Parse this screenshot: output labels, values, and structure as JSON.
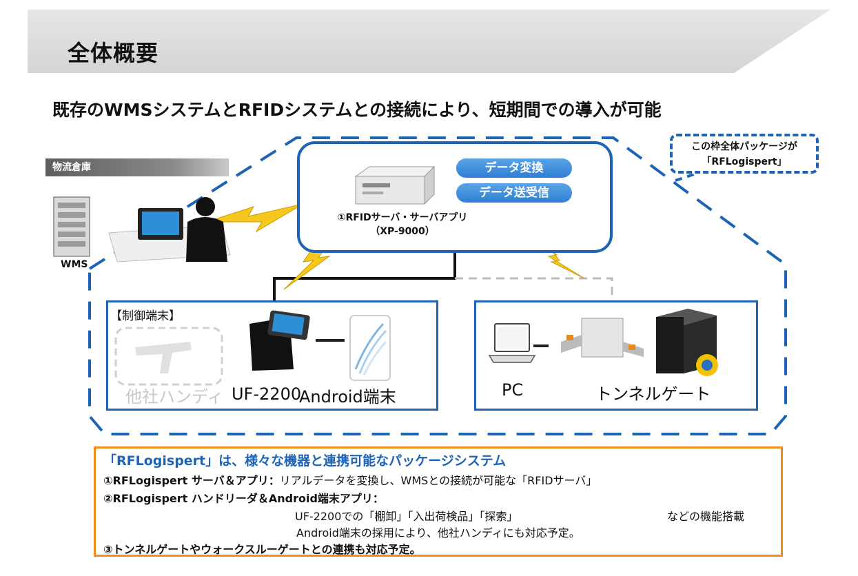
{
  "header": {
    "title": "全体概要",
    "subtitle": "既存のWMSシステムとRFIDシステムとの接続により、短期間での導入が可能"
  },
  "callout": {
    "line1": "この枠全体パッケージが",
    "line2": "「RFLogispert」"
  },
  "warehouse": {
    "label": "物流倉庫",
    "wms_label": "WMS"
  },
  "server": {
    "tags": [
      "データ変換",
      "データ送受信"
    ],
    "caption_line1": "①RFIDサーバ・サーバアプリ",
    "caption_line2": "（XP-9000）"
  },
  "terminals": {
    "heading": "【制御端末】",
    "items": [
      "他社ハンディ",
      "UF-2200",
      "Android端末"
    ]
  },
  "gates": {
    "items": [
      "PC",
      "トンネルゲート"
    ]
  },
  "summary": {
    "heading": "「RFLogispert」は、様々な機器と連携可能なパッケージシステム",
    "item1_bold": "①RFLogispert サーバ＆アプリ：",
    "item1_text": "リアルデータを変換し、WMSとの接続が可能な「RFIDサーバ」",
    "item2_bold": "②RFLogispert ハンドリーダ＆Android端末アプリ：",
    "item2_line1a": "UF-2200での「棚卸」「入出荷検品」「探索」",
    "item2_line1b": "などの機能搭載",
    "item2_line2": "Android端末の採用により、他社ハンディにも対応予定。",
    "item3": "③トンネルゲートやウォークスルーゲートとの連携も対応予定。"
  },
  "colors": {
    "accent_blue": "#1d63b6",
    "summary_border": "#f28c1a",
    "lightning": "#f6c81e"
  }
}
